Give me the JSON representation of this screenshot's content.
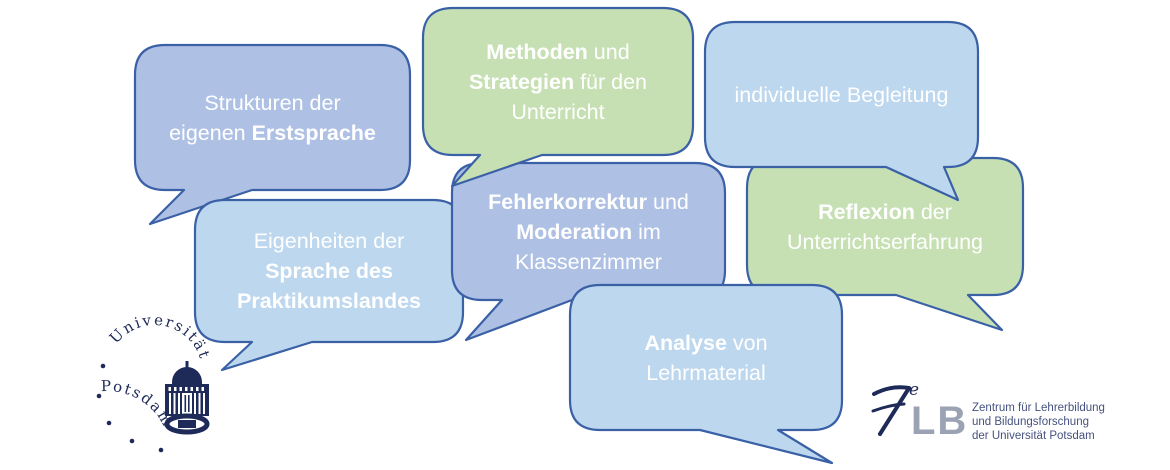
{
  "palette": {
    "periwinkle": "#aec0e4",
    "lightblue": "#bdd7ee",
    "green": "#c6e0b4",
    "stroke": "#3a60a6",
    "bubble-text": "#ffffff",
    "navy": "#1e2a58",
    "zelb-gray": "#9aa2b4",
    "zelb-text": "#46517f"
  },
  "bubbles": [
    {
      "name": "strukturen-der-eigenen-erstsprache",
      "color": "periwinkle",
      "lines": [
        [
          {
            "t": "Strukturen der"
          }
        ],
        [
          {
            "t": "eigenen "
          },
          {
            "t": "Erstsprache",
            "b": true
          }
        ]
      ]
    },
    {
      "name": "methoden-und-strategien",
      "color": "green",
      "lines": [
        [
          {
            "t": "Methoden",
            "b": true
          },
          {
            "t": " und"
          }
        ],
        [
          {
            "t": "Strategien",
            "b": true
          },
          {
            "t": " für den"
          }
        ],
        [
          {
            "t": "Unterricht"
          }
        ]
      ]
    },
    {
      "name": "individuelle-begleitung",
      "color": "lightblue",
      "lines": [
        [
          {
            "t": "individuelle Begleitung"
          }
        ]
      ]
    },
    {
      "name": "eigenheiten-der-sprache",
      "color": "lightblue",
      "lines": [
        [
          {
            "t": "Eigenheiten der"
          }
        ],
        [
          {
            "t": "Sprache des",
            "b": true
          }
        ],
        [
          {
            "t": "Praktikumslandes",
            "b": true
          }
        ]
      ]
    },
    {
      "name": "fehlerkorrektur-und-moderation",
      "color": "periwinkle",
      "lines": [
        [
          {
            "t": "Fehlerkorrektur",
            "b": true
          },
          {
            "t": " und"
          }
        ],
        [
          {
            "t": "Moderation",
            "b": true
          },
          {
            "t": " im"
          }
        ],
        [
          {
            "t": "Klassenzimmer"
          }
        ]
      ]
    },
    {
      "name": "reflexion-der-unterrichtserfahrung",
      "color": "green",
      "lines": [
        [
          {
            "t": "Reflexion",
            "b": true
          },
          {
            "t": " der"
          }
        ],
        [
          {
            "t": "Unterrichtserfahrung"
          }
        ]
      ]
    },
    {
      "name": "analyse-von-lehrmaterial",
      "color": "lightblue",
      "lines": [
        [
          {
            "t": "Analyse",
            "b": true
          },
          {
            "t": " von"
          }
        ],
        [
          {
            "t": "Lehrmaterial"
          }
        ]
      ]
    }
  ],
  "logos": {
    "university_potsdam": {
      "arc_top": "Universität",
      "arc_bottom": "Potsdam"
    },
    "zelb": {
      "ze_e": "e",
      "lb": "LB",
      "tagline": [
        "Zentrum für Lehrerbildung",
        "und Bildungsforschung",
        "der Universität Potsdam"
      ]
    }
  }
}
